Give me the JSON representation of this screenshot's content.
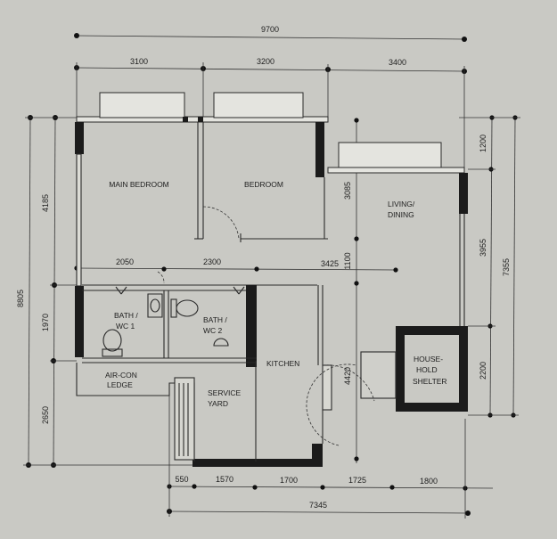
{
  "rooms": {
    "main_bedroom": "MAIN BEDROOM",
    "bedroom": "BEDROOM",
    "living_1": "LIVING/",
    "living_2": "DINING",
    "bath1_1": "BATH /",
    "bath1_2": "WC 1",
    "bath2_1": "BATH /",
    "bath2_2": "WC 2",
    "kitchen": "KITCHEN",
    "aircon_1": "AIR-CON",
    "aircon_2": "LEDGE",
    "service_1": "SERVICE",
    "service_2": "YARD",
    "shelter_1": "HOUSE-",
    "shelter_2": "HOLD",
    "shelter_3": "SHELTER"
  },
  "dimensions": {
    "top_total": "9700",
    "top_1": "3100",
    "top_2": "3200",
    "top_3": "3400",
    "inner_1": "2050",
    "inner_2": "2300",
    "inner_3": "3425",
    "left_total": "8805",
    "left_1": "4185",
    "left_2": "1970",
    "left_3": "2650",
    "mid_1": "3085",
    "mid_2": "1100",
    "mid_3": "4420",
    "right_1": "1200",
    "right_2": "3955",
    "right_3": "2200",
    "right_total": "7355",
    "bottom_1": "550",
    "bottom_2": "1570",
    "bottom_3": "1700",
    "bottom_4": "1725",
    "bottom_5": "1800",
    "bottom_total": "7345"
  }
}
